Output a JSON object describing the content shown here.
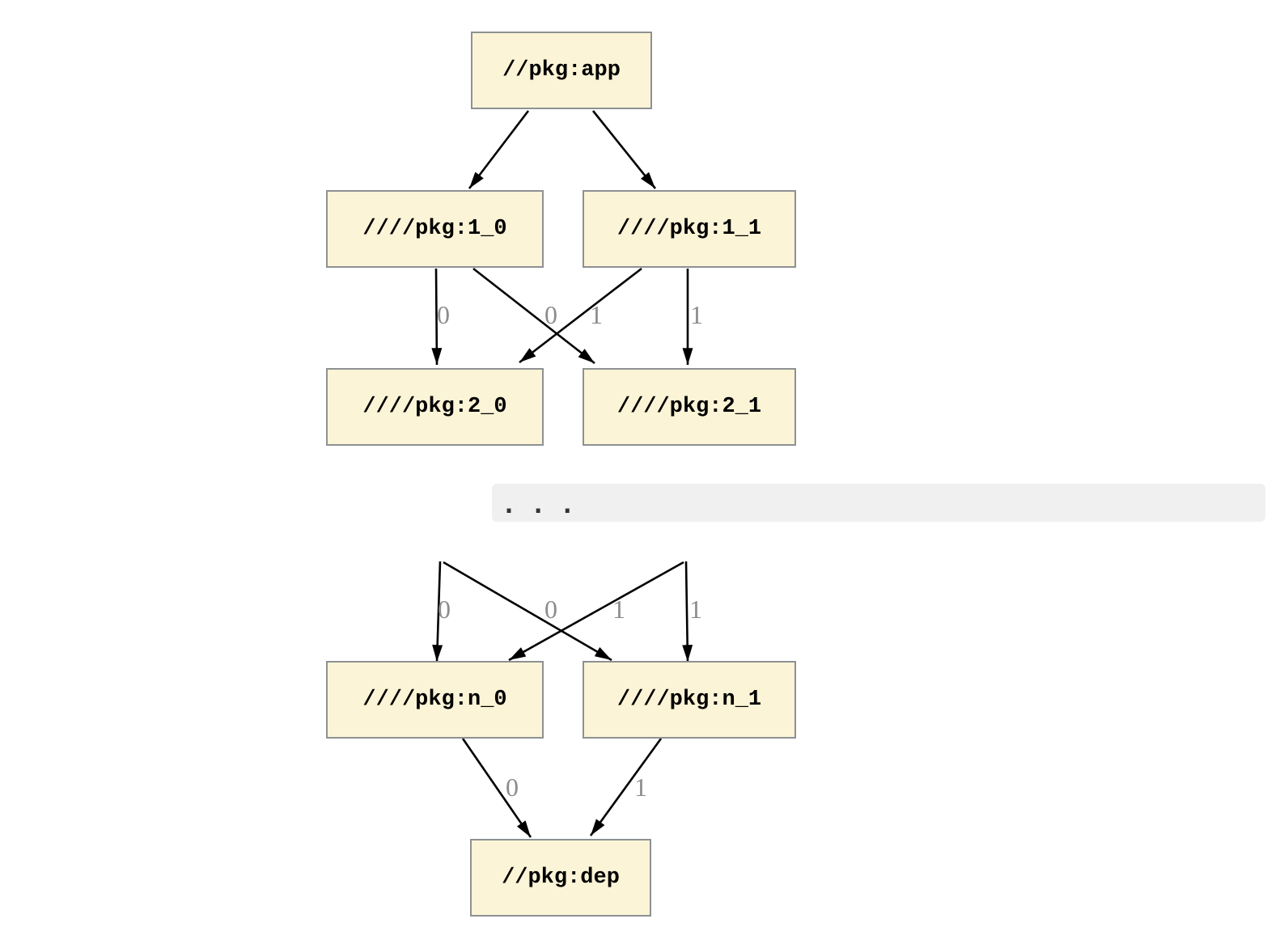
{
  "diagram": {
    "type": "dependency-graph",
    "nodes": [
      {
        "id": "app",
        "label": "//pkg:app"
      },
      {
        "id": "1_0",
        "label": "////pkg:1_0"
      },
      {
        "id": "1_1",
        "label": "////pkg:1_1"
      },
      {
        "id": "2_0",
        "label": "////pkg:2_0"
      },
      {
        "id": "2_1",
        "label": "////pkg:2_1"
      },
      {
        "id": "n_0",
        "label": "////pkg:n_0"
      },
      {
        "id": "n_1",
        "label": "////pkg:n_1"
      },
      {
        "id": "dep",
        "label": "//pkg:dep"
      }
    ],
    "ellipsis": ". . .",
    "edges": [
      {
        "from": "app",
        "to": "1_0",
        "label": ""
      },
      {
        "from": "app",
        "to": "1_1",
        "label": ""
      },
      {
        "from": "1_0",
        "to": "2_0",
        "label": "0"
      },
      {
        "from": "1_0",
        "to": "2_1",
        "label": "1"
      },
      {
        "from": "1_1",
        "to": "2_0",
        "label": "0"
      },
      {
        "from": "1_1",
        "to": "2_1",
        "label": "1"
      },
      {
        "from": "ellipsis-left",
        "to": "n_0",
        "label": "0"
      },
      {
        "from": "ellipsis-left",
        "to": "n_1",
        "label": "1"
      },
      {
        "from": "ellipsis-right",
        "to": "n_0",
        "label": "0"
      },
      {
        "from": "ellipsis-right",
        "to": "n_1",
        "label": "1"
      },
      {
        "from": "n_0",
        "to": "dep",
        "label": "0"
      },
      {
        "from": "n_1",
        "to": "dep",
        "label": "1"
      }
    ],
    "colors": {
      "node_fill": "#fcf4d6",
      "node_border": "#8d9193",
      "edge": "#000000",
      "edge_label": "#8c8c8c",
      "ellipsis_band_bg": "#f0f0f0",
      "ellipsis_text": "#333333"
    }
  }
}
